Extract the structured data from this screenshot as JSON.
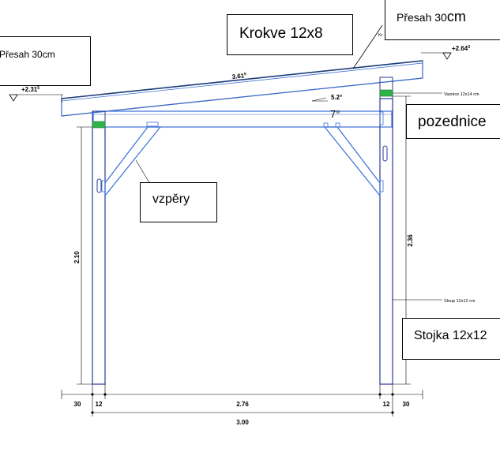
{
  "callouts": {
    "presah_left": "Přesah 30cm",
    "presah_right_a": "Přesah 30",
    "presah_right_b": "cm",
    "krokve": "Krokve 12x8",
    "pozednice": "pozednice",
    "vzpery": "vzpěry",
    "stojka": "Stojka 12x12"
  },
  "labels": {
    "elev_left": "+2.31",
    "elev_left_sup": "5",
    "elev_right": "+2.64",
    "elev_right_sup": "3",
    "rafter_length": "3.61",
    "rafter_length_sup": "5",
    "slope": "5.2°",
    "angle": "7°",
    "vaznice_note": "Vaznice 12x14 cm",
    "sloup_note": "Sloup 12x12 cm",
    "kr_fragment": "Kr",
    "height_left": "2.10",
    "height_right": "2.36",
    "dim_30_left": "30",
    "dim_12_left": "12",
    "dim_276": "2.76",
    "dim_12_right": "12",
    "dim_30_right": "30",
    "dim_total": "3.00"
  },
  "colors": {
    "structure": "#3b6fd8",
    "rafter": "#1f3f7a",
    "post": "#2a3a9a",
    "connector": "#2db34a",
    "dimension": "#000000"
  }
}
